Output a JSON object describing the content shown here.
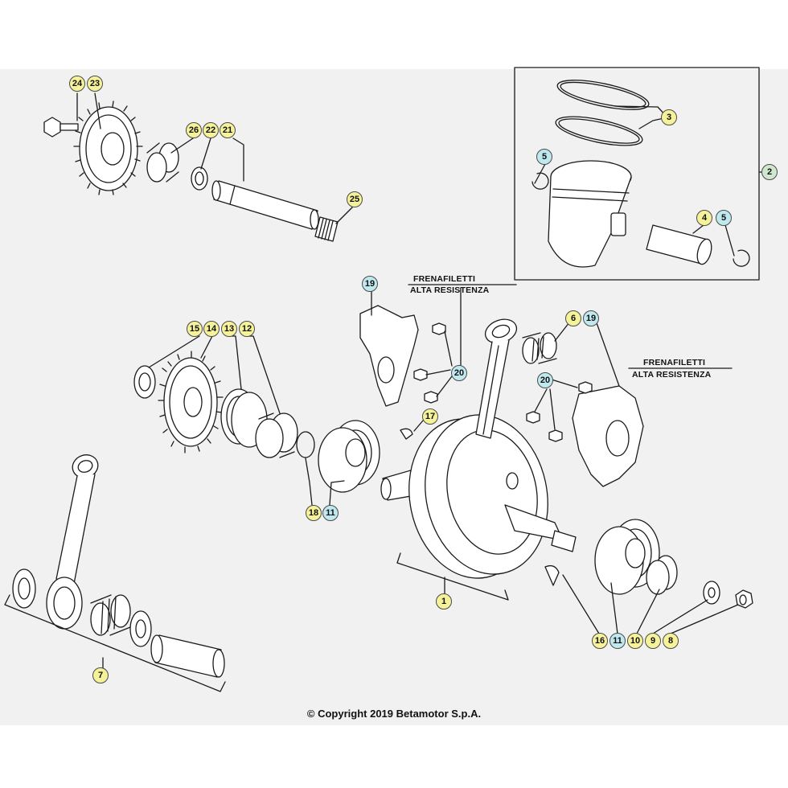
{
  "callouts": {
    "c24": {
      "label": "24",
      "color": "#f5f29a"
    },
    "c23": {
      "label": "23",
      "color": "#f5f29a"
    },
    "c26": {
      "label": "26",
      "color": "#f5f29a"
    },
    "c22": {
      "label": "22",
      "color": "#f5f29a"
    },
    "c21": {
      "label": "21",
      "color": "#f5f29a"
    },
    "c25": {
      "label": "25",
      "color": "#f5f29a"
    },
    "c3": {
      "label": "3",
      "color": "#f5f29a"
    },
    "c2": {
      "label": "2",
      "color": "#cfe7cf"
    },
    "c5a": {
      "label": "5",
      "color": "#bfe9ee"
    },
    "c4": {
      "label": "4",
      "color": "#f5f29a"
    },
    "c5b": {
      "label": "5",
      "color": "#bfe9ee"
    },
    "c19a": {
      "label": "19",
      "color": "#bfe9ee"
    },
    "c6": {
      "label": "6",
      "color": "#f5f29a"
    },
    "c19b": {
      "label": "19",
      "color": "#bfe9ee"
    },
    "c15": {
      "label": "15",
      "color": "#f5f29a"
    },
    "c14": {
      "label": "14",
      "color": "#f5f29a"
    },
    "c13": {
      "label": "13",
      "color": "#f5f29a"
    },
    "c12": {
      "label": "12",
      "color": "#f5f29a"
    },
    "c20a": {
      "label": "20",
      "color": "#bfe9ee"
    },
    "c20b": {
      "label": "20",
      "color": "#bfe9ee"
    },
    "c17": {
      "label": "17",
      "color": "#f5f29a"
    },
    "c18": {
      "label": "18",
      "color": "#f5f29a"
    },
    "c11a": {
      "label": "11",
      "color": "#bfe9ee"
    },
    "c1": {
      "label": "1",
      "color": "#f5f29a"
    },
    "c7": {
      "label": "7",
      "color": "#f5f29a"
    },
    "c16": {
      "label": "16",
      "color": "#f5f29a"
    },
    "c11b": {
      "label": "11",
      "color": "#bfe9ee"
    },
    "c10": {
      "label": "10",
      "color": "#f5f29a"
    },
    "c9": {
      "label": "9",
      "color": "#f5f29a"
    },
    "c8": {
      "label": "8",
      "color": "#f5f29a"
    }
  },
  "notes": {
    "threadlock_left": {
      "line1": "FRENAFILETTI",
      "line2": "ALTA RESISTENZA"
    },
    "threadlock_right": {
      "line1": "FRENAFILETTI",
      "line2": "ALTA RESISTENZA"
    }
  },
  "copyright": "© Copyright 2019 Betamotor S.p.A.",
  "colors": {
    "panel_background": "#f1f1f1",
    "callout_yellow": "#f5f29a",
    "callout_blue": "#bfe9ee",
    "callout_green": "#cfe7cf"
  }
}
